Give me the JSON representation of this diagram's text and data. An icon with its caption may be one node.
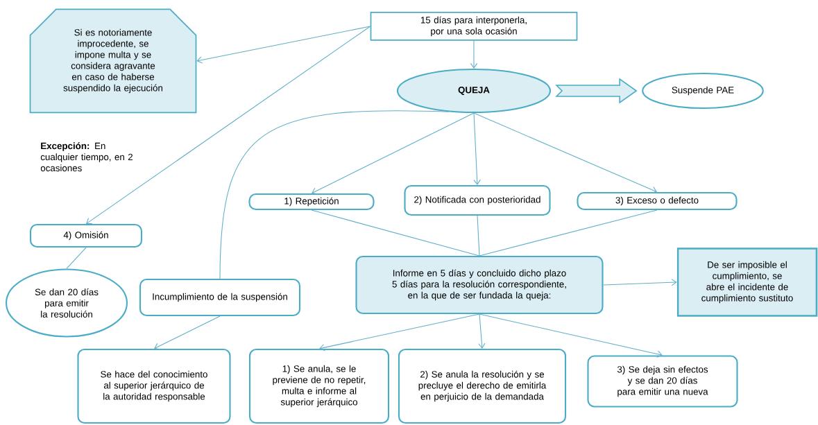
{
  "diagram": {
    "nodes": [
      {
        "text": [
          "15 días para interponerla, por una sola ocasión"
        ]
      },
      {
        "text": [
          "Si es notoriamente improcedente, se impone multa y se considera agravante en caso de haberse suspendido la ejecución"
        ]
      },
      {
        "text": [
          "QUEJA"
        ]
      },
      {
        "text": [
          "Suspende PAE"
        ]
      },
      {
        "text": [
          "1) Repetición"
        ]
      },
      {
        "text": [
          "2) Notificada con posterioridad"
        ]
      },
      {
        "text": [
          "3) Exceso o defecto"
        ]
      },
      {
        "text": [
          "4) Omisión"
        ]
      },
      {
        "text": [
          "Se dan 20 días para emitir la resolución"
        ]
      },
      {
        "text": [
          "Incumplimiento de la suspensión"
        ]
      },
      {
        "text": [
          "Informe en 5 días y concluido dicho plazo 5 días para la resolución correspondiente, en la que de ser fundada la queja:"
        ]
      },
      {
        "text": [
          "De ser imposible el cumplimiento, se abre el incidente de cumplimiento sustituto"
        ]
      },
      {
        "text": [
          "Se hace del conocimiento al superior jerárquico de la autoridad responsable"
        ]
      },
      {
        "text": [
          "1) Se anula, se le previene de no repetir, multa e informe al superior jerárquico"
        ]
      },
      {
        "text": [
          "2) Se anula la resolución y se precluye el derecho de emitirla en perjuicio de la demandada"
        ]
      },
      {
        "text": [
          "3) Se deja sin efectos y se dan 20 días para emitir una nueva"
        ]
      }
    ],
    "edges": [
      {
        "from": 0,
        "to": 1,
        "arrow": "to"
      },
      {
        "from": 0,
        "to": 7,
        "arrow": "to"
      },
      {
        "from": 0,
        "to": 2,
        "arrow": "to"
      },
      {
        "from": 2,
        "to": 3,
        "arrow": "to",
        "style": "thick"
      },
      {
        "from": 2,
        "to": 4,
        "arrow": "to"
      },
      {
        "from": 2,
        "to": 5,
        "arrow": "to"
      },
      {
        "from": 2,
        "to": 6,
        "arrow": "to"
      },
      {
        "from": 2,
        "to": 9,
        "arrow": "none"
      },
      {
        "from": 4,
        "to": 10,
        "arrow": "none"
      },
      {
        "from": 5,
        "to": 10,
        "arrow": "none"
      },
      {
        "from": 6,
        "to": 10,
        "arrow": "none"
      },
      {
        "from": 7,
        "to": 8,
        "arrow": "none"
      },
      {
        "from": 9,
        "to": 12,
        "arrow": "to"
      },
      {
        "from": 10,
        "to": 11,
        "arrow": "to"
      },
      {
        "from": 10,
        "to": 13,
        "arrow": "to"
      },
      {
        "from": 10,
        "to": 14,
        "arrow": "to"
      },
      {
        "from": 10,
        "to": 15,
        "arrow": "to"
      }
    ],
    "labels": [
      "**Excepción:** En cualquier tiempo, en 2 ocasiones"
    ]
  }
}
